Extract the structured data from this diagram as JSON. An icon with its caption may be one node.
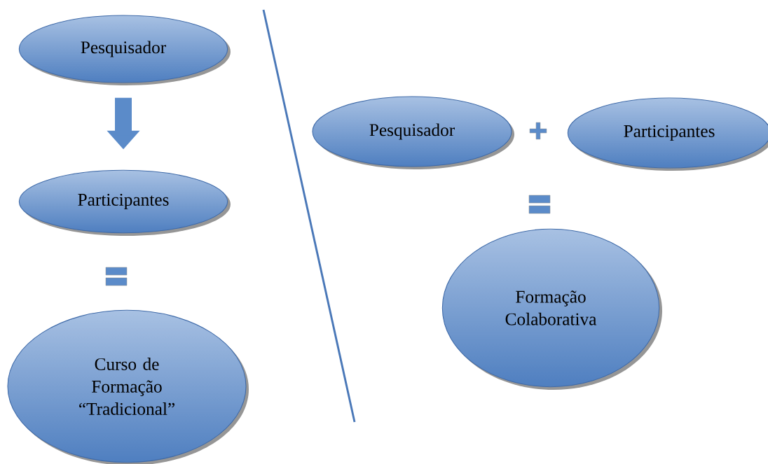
{
  "diagram": {
    "nodes": [
      {
        "text": [
          "Pesquisador"
        ]
      },
      {
        "text": [
          "Participantes"
        ]
      },
      {
        "text": [
          "Curso de Formação “Tradicional”"
        ]
      },
      {
        "text": [
          "Pesquisador"
        ]
      },
      {
        "text": [
          "Participantes"
        ]
      },
      {
        "text": [
          "Formação Colaborativa"
        ]
      }
    ],
    "edges": [
      {
        "from": 0,
        "to": 1,
        "arrow": "to"
      }
    ]
  }
}
